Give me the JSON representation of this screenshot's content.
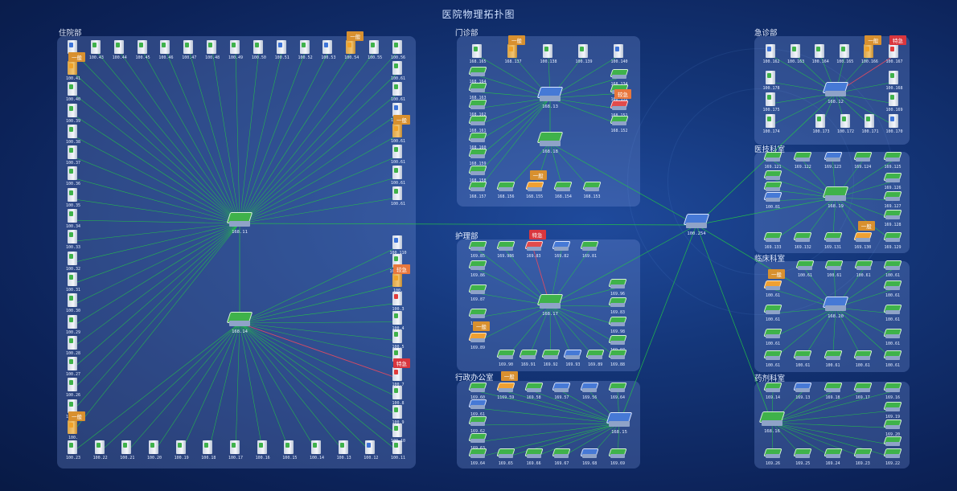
{
  "title": "医院物理拓扑图",
  "colors": {
    "link": "#23c943",
    "alarm_link": "#e84a5f",
    "badge_general": "#d8902f",
    "badge_urgent": "#e8773d",
    "badge_critical": "#d9363e"
  },
  "groups": [
    {
      "id": "zy",
      "label": "住院部"
    },
    {
      "id": "mz",
      "label": "门诊部"
    },
    {
      "id": "jz",
      "label": "急诊部"
    },
    {
      "id": "yj",
      "label": "医技科室"
    },
    {
      "id": "hl",
      "label": "护理部"
    },
    {
      "id": "lc",
      "label": "临床科室"
    },
    {
      "id": "xz",
      "label": "行政办公室"
    },
    {
      "id": "yjk",
      "label": "药剂科室"
    }
  ],
  "switches": {
    "core": "100.254",
    "zy_top": "168.11",
    "zy_bottom": "168.14",
    "mz_top": "168.13",
    "mz_bottom": "168.18",
    "jz": "168.12",
    "yj": "168.19",
    "hl": "168.17",
    "lc": "168.20",
    "xz": "168.15",
    "yjk": "168.16"
  },
  "zy_top_row": [
    "100.",
    "100.43",
    "100.44",
    "100.45",
    "100.46",
    "100.47",
    "100.48",
    "100.49",
    "100.50",
    "100.51",
    "100.52",
    "100.53",
    "100.54",
    "100.55",
    "100.56"
  ],
  "zy_left_col": [
    "100.41",
    "100.40",
    "100.39",
    "100.38",
    "100.37",
    "100.36",
    "100.35",
    "100.34",
    "100.33",
    "100.32",
    "100.31",
    "100.30",
    "100.29",
    "100.28",
    "100.27",
    "100.26",
    "100.25",
    "100."
  ],
  "zy_bottom_row": [
    "100.23",
    "100.22",
    "100.21",
    "100.20",
    "100.19",
    "100.18",
    "100.17",
    "100.16",
    "100.15",
    "100.14",
    "100.13",
    "100.12",
    "100.11"
  ],
  "zy_right_upper": [
    "100.61",
    "100.61",
    "100.61",
    "100.61",
    "100.61",
    "100.61",
    "100.61"
  ],
  "zy_right_lower": [
    "100.110",
    "100.104",
    "100.",
    "100.3",
    "100.4",
    "100.5",
    "100.",
    "100.7",
    "100.8",
    "100.9",
    "100.10"
  ],
  "mz_top_row": [
    "168.165",
    "168.137",
    "100.138",
    "100.139",
    "100.140"
  ],
  "mz_left_col": [
    "168.164",
    "168.163",
    "168.162",
    "168.161",
    "168.160",
    "168.159",
    "168.158",
    "168.157"
  ],
  "mz_right_col": [
    "168.134",
    "168.152",
    "168.151",
    "168.152"
  ],
  "mz_bottom_row": [
    "168.156",
    "168.155",
    "168.154",
    "168.153"
  ],
  "jz_top_row": [
    "100.162",
    "100.163",
    "100.164",
    "100.165",
    "100.166",
    "100.167"
  ],
  "jz_left_col": [
    "100.178",
    "100.175",
    "100.174"
  ],
  "jz_right_col": [
    "100.168",
    "100.169",
    "100.170"
  ],
  "jz_bottom_row": [
    "100.173",
    "100.172",
    "100.171"
  ],
  "yj_top_row": [
    "169.121",
    "169.122",
    "169.123",
    "169.124",
    "169.125"
  ],
  "yj_left_col": [
    "169.121",
    "100.81",
    "100.81"
  ],
  "yj_right_col": [
    "169.126",
    "169.127",
    "169.128"
  ],
  "yj_bottom_row": [
    "169.133",
    "169.132",
    "169.131",
    "169.130",
    "169.129"
  ],
  "hl_top_row": [
    "169.85",
    "169.986",
    "169.83",
    "169.82",
    "169.81"
  ],
  "hl_left_col": [
    "169.86",
    "169.87",
    "169.88",
    "169.89"
  ],
  "hl_right_col": [
    "169.96",
    "169.83",
    "169.98",
    "169.97"
  ],
  "hl_bottom_row": [
    "169.90",
    "169.91",
    "169.92",
    "169.93",
    "169.89",
    "169.88"
  ],
  "lc_top_row": [
    "100.61",
    "100.61",
    "100.61",
    "100.61"
  ],
  "lc_left_col": [
    "100.61",
    "100.61",
    "100.61"
  ],
  "lc_right_col": [
    "100.61",
    "100.61",
    "100.61"
  ],
  "lc_bottom_row": [
    "100.61",
    "100.61",
    "100.61",
    "100.61",
    "100.61"
  ],
  "xz_top_row": [
    "169.60",
    "1169.59",
    "169.58",
    "169.57",
    "169.56",
    "169.64"
  ],
  "xz_left_col": [
    "169.61",
    "169.62",
    "169.63"
  ],
  "xz_bottom_row": [
    "169.64",
    "169.65",
    "169.66",
    "169.67",
    "169.68",
    "169.69"
  ],
  "yjk_top_row": [
    "169.14",
    "169.13",
    "169.18",
    "169.17",
    "169.16"
  ],
  "yjk_right_col": [
    "169.19",
    "169.20",
    "169.21"
  ],
  "yjk_bottom_row": [
    "169.26",
    "169.25",
    "169.24",
    "169.23",
    "169.22"
  ],
  "badges": {
    "general": "一般",
    "urgent": "较急",
    "critical": "特急"
  }
}
